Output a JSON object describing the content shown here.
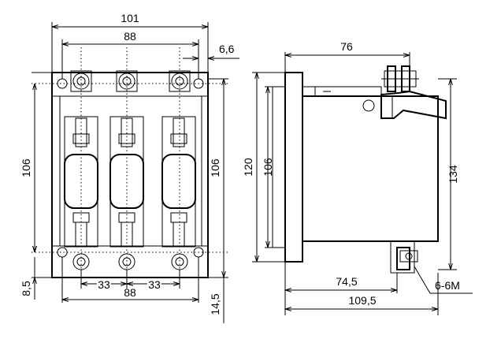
{
  "dimensions": {
    "front_total_width": "101",
    "front_hole_spacing_top": "88",
    "side_offset": "6,6",
    "front_left_height": "106",
    "front_right_height": "106",
    "front_bottom_offset": "8,5",
    "pole_spacing_left": "33",
    "pole_spacing_right": "33",
    "front_bottom_width": "88",
    "front_bottom_right": "14,5",
    "side_depth_top": "76",
    "side_height_outer": "120",
    "side_height_inner": "106",
    "side_height_total": "134",
    "side_depth_bottom_inner": "74,5",
    "side_depth_bottom_total": "109,5",
    "thread_callout": "6-6M"
  }
}
